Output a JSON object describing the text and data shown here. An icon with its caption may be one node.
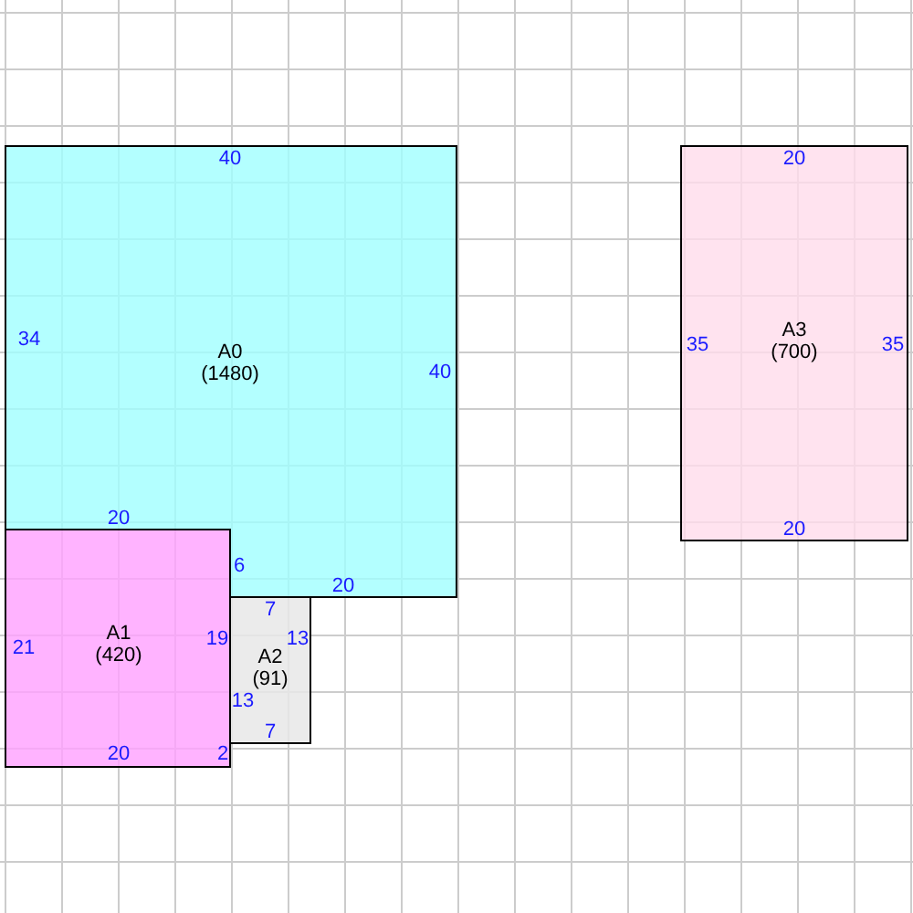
{
  "diagram": {
    "nodes": [
      {
        "text": [
          "A0",
          "(1480)",
          "40",
          "34",
          "40",
          "20",
          "6",
          "20"
        ]
      },
      {
        "text": [
          "A1",
          "(420)",
          "21",
          "19",
          "20",
          "2"
        ]
      },
      {
        "text": [
          "A2",
          "(91)",
          "7",
          "13",
          "13",
          "7"
        ]
      },
      {
        "text": [
          "A3",
          "(700)",
          "20",
          "35",
          "35",
          "20"
        ]
      }
    ]
  }
}
